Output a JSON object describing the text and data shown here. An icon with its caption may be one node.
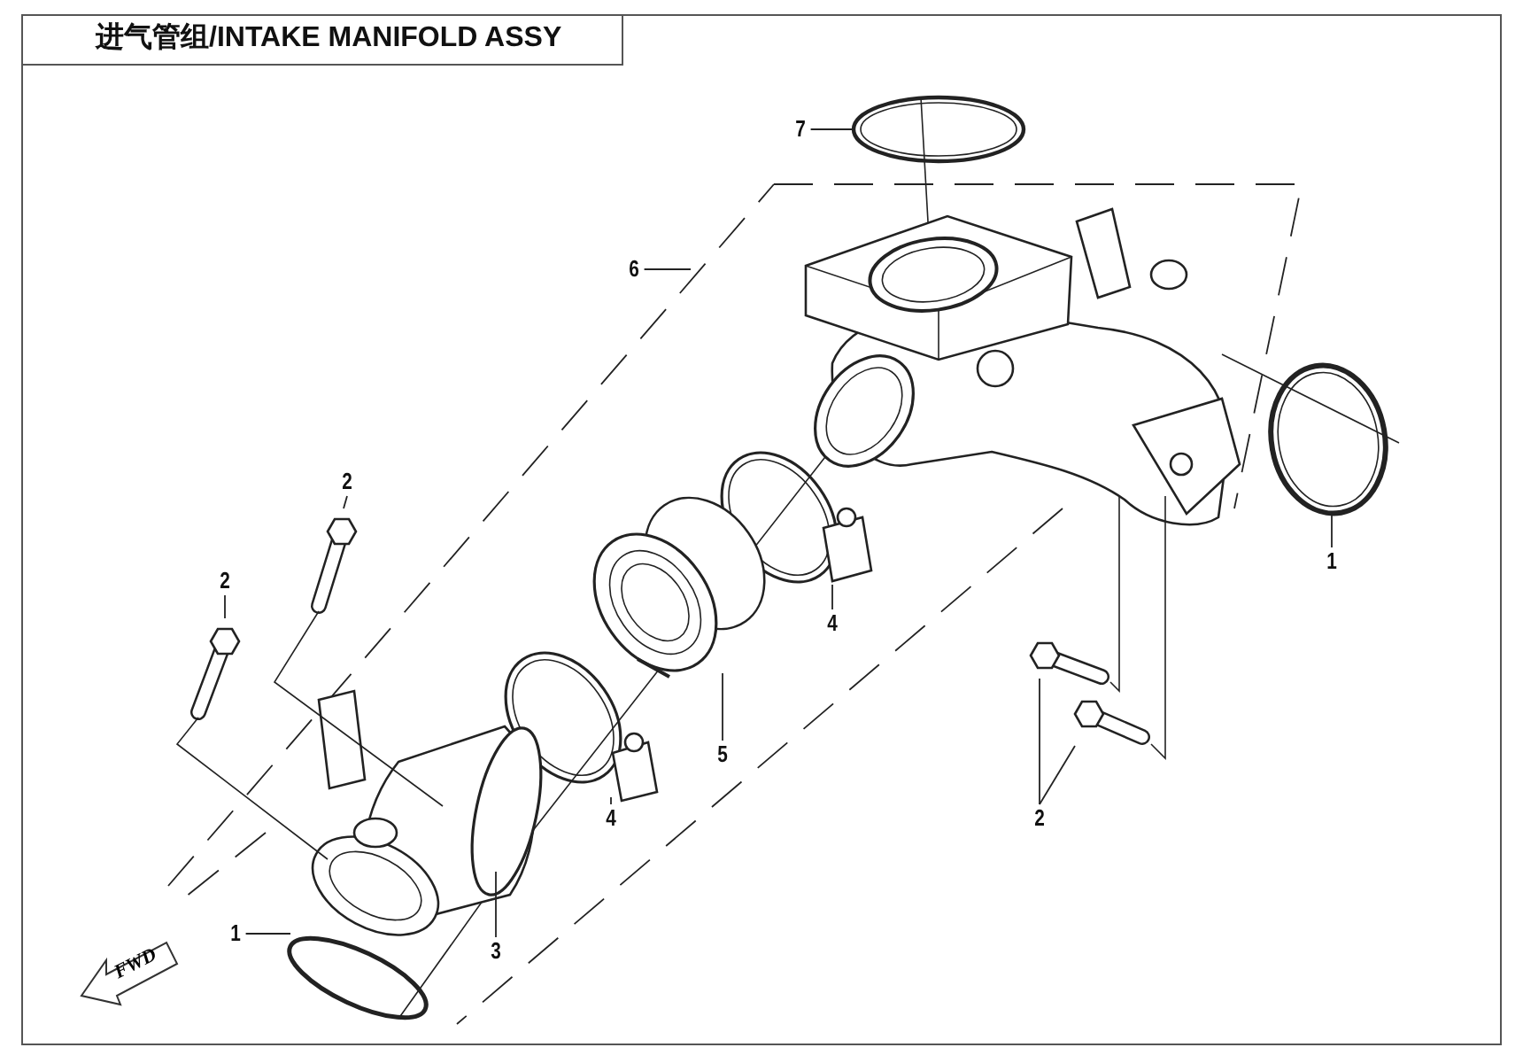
{
  "diagram": {
    "title": "进气管组/INTAKE MANIFOLD ASSY",
    "nodes": [
      {
        "text": [
          "7"
        ]
      },
      {
        "text": [
          "6"
        ]
      },
      {
        "text": [
          "2"
        ]
      },
      {
        "text": [
          "2"
        ]
      },
      {
        "text": [
          "1"
        ]
      },
      {
        "text": [
          "4"
        ]
      },
      {
        "text": [
          "5"
        ]
      },
      {
        "text": [
          "4"
        ]
      },
      {
        "text": [
          "2"
        ]
      },
      {
        "text": [
          "1"
        ]
      },
      {
        "text": [
          "3"
        ]
      },
      {
        "text": [
          "FWD"
        ]
      }
    ],
    "edges": [
      {
        "from": 0,
        "to": null,
        "arrow": "none"
      },
      {
        "from": 1,
        "to": null,
        "arrow": "none"
      },
      {
        "from": 2,
        "to": null,
        "arrow": "none"
      },
      {
        "from": 3,
        "to": null,
        "arrow": "none"
      },
      {
        "from": 4,
        "to": null,
        "arrow": "none"
      },
      {
        "from": 5,
        "to": null,
        "arrow": "none"
      },
      {
        "from": 6,
        "to": null,
        "arrow": "none"
      },
      {
        "from": 7,
        "to": null,
        "arrow": "none"
      },
      {
        "from": 8,
        "to": null,
        "arrow": "none"
      },
      {
        "from": 8,
        "to": null,
        "arrow": "none"
      },
      {
        "from": 9,
        "to": null,
        "arrow": "none"
      },
      {
        "from": 10,
        "to": null,
        "arrow": "none"
      }
    ]
  }
}
